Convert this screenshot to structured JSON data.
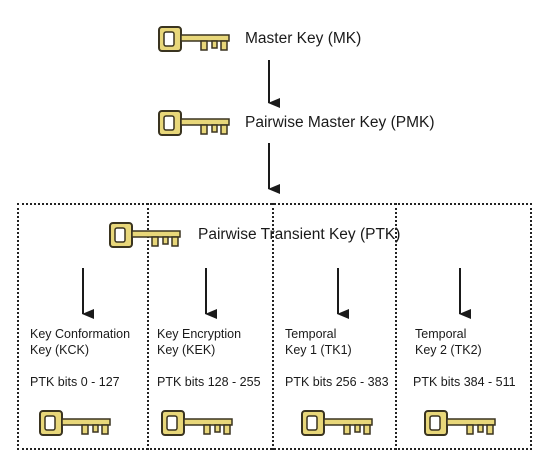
{
  "master_key": {
    "label": "Master Key (MK)"
  },
  "pmk": {
    "label": "Pairwise Master Key (PMK)"
  },
  "ptk": {
    "label": "Pairwise Transient Key (PTK)"
  },
  "columns": [
    {
      "name_line1": "Key Conformation",
      "name_line2": "Key (KCK)",
      "bits": "PTK bits 0 - 127"
    },
    {
      "name_line1": "Key Encryption",
      "name_line2": "Key (KEK)",
      "bits": "PTK bits 128 - 255"
    },
    {
      "name_line1": "Temporal",
      "name_line2": "Key 1 (TK1)",
      "bits": "PTK bits 256 - 383"
    },
    {
      "name_line1": "Temporal",
      "name_line2": "Key 2 (TK2)",
      "bits": "PTK bits 384 - 511"
    }
  ],
  "colors": {
    "key_fill": "#e8d77a",
    "key_outline": "#3a3420",
    "line": "#1a1a1a"
  }
}
